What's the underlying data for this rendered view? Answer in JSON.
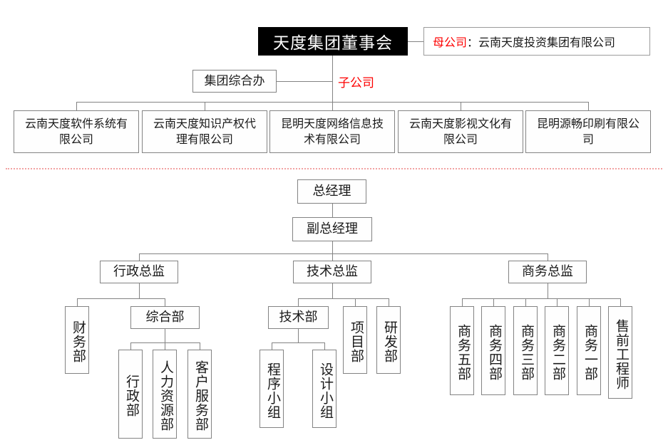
{
  "chart": {
    "title_box": "天度集团董事会",
    "parent_note": {
      "tag": "母公司",
      "separator": "：",
      "value": "云南天度投资集团有限公司"
    },
    "subsidiary_tag": "子公司",
    "group_office": "集团综合办",
    "subsidiaries": [
      "云南天度软件系统有限公司",
      "云南天度知识产权代理有限公司",
      "昆明天度网络信息技术有限公司",
      "云南天度影视文化有限公司",
      "昆明源畅印刷有限公司"
    ],
    "general_manager": "总经理",
    "deputy_general_manager": "副总经理",
    "directors": [
      "行政总监",
      "技术总监",
      "商务总监"
    ],
    "admin_branch": {
      "finance": "财务部",
      "general_dept": "综合部",
      "general_dept_children": [
        "行政部",
        "人力资源部",
        "客户服务部"
      ]
    },
    "tech_branch": {
      "tech_dept": "技术部",
      "tech_dept_children": [
        "程序小组",
        "设计小组"
      ],
      "siblings": [
        "项目部",
        "研发部"
      ]
    },
    "business_branch": {
      "units": [
        "商务五部",
        "商务四部",
        "商务三部",
        "商务二部",
        "商务一部",
        "售前工程师"
      ]
    },
    "colors": {
      "accent_red": "#fd0000",
      "divider": "#f2a2a2",
      "border": "#838383",
      "header_bg": "#000000"
    }
  }
}
